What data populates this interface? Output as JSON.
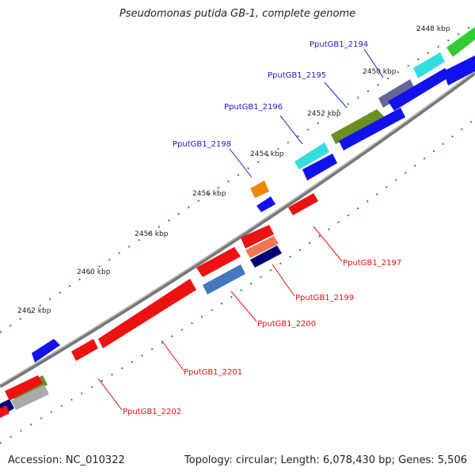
{
  "title": "Pseudomonas putida GB-1, complete genome",
  "footer": {
    "accession": "Accession: NC_010322",
    "summary": "Topology: circular; Length: 6,078,430 bp; Genes: 5,506"
  },
  "colors": {
    "forward_label": "#1a1acc",
    "reverse_label": "#dd1111",
    "backbone": "#777777",
    "tick": "#2a8a2a"
  },
  "kbp_labels": [
    "2448 kbp",
    "2450 kbp",
    "2452 kbp",
    "2454 kbp",
    "2456 kbp",
    "2458 kbp",
    "2460 kbp",
    "2462 kbp"
  ],
  "gene_labels_forward": [
    "PputGB1_2194",
    "PputGB1_2195",
    "PputGB1_2196",
    "PputGB1_2198"
  ],
  "gene_labels_reverse": [
    "PputGB1_2197",
    "PputGB1_2199",
    "PputGB1_2200",
    "PputGB1_2201",
    "PputGB1_2202"
  ]
}
